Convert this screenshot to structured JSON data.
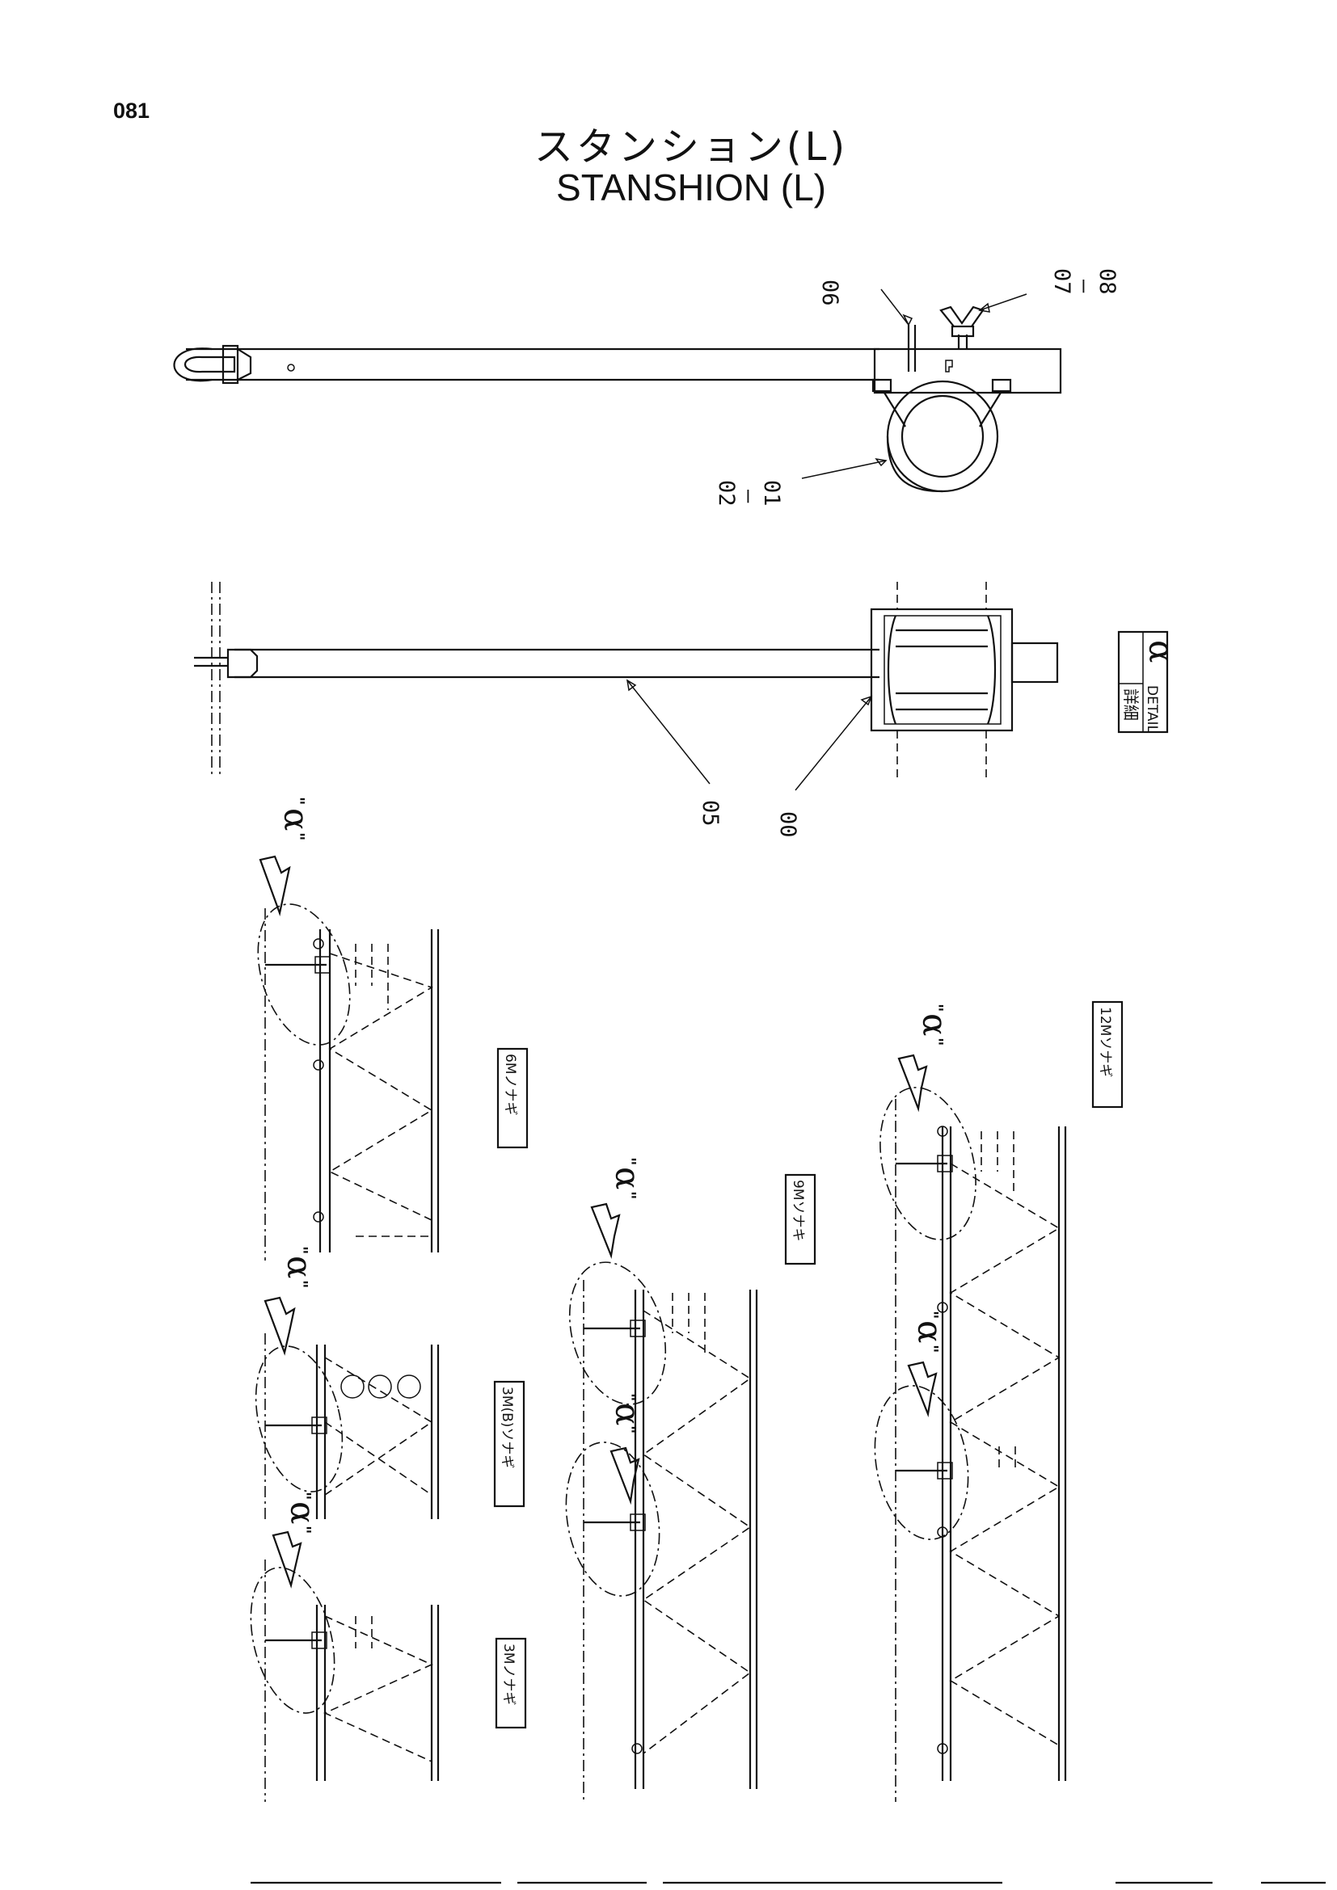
{
  "page_number": "081",
  "title_jp": "スタンション(L)",
  "title_en": "STANSHION (L)",
  "part_labels": {
    "p06": "06",
    "p07_08": "07\n–\n08",
    "p02_01": "02\n–\n01",
    "p05": "05",
    "p00": "00"
  },
  "detail_box": {
    "jp": "詳細",
    "en": "DETAIL",
    "symbol": "α"
  },
  "boom_sections": {
    "m6": "6Mノナギ",
    "m3b": "3M(B)ソナギ",
    "m3": "3Mノナギ",
    "m9": "9Mソナキ",
    "m12": "12Mソナギ"
  },
  "detail_marker": "α",
  "quote_mark": "\""
}
